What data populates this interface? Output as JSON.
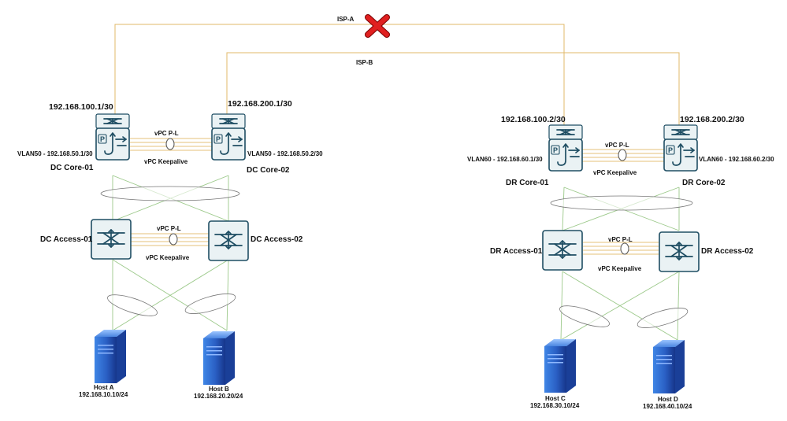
{
  "links": {
    "isp_a": "ISP-A",
    "isp_b": "ISP-B",
    "vpc_pl": "vPC P-L",
    "vpc_keepalive": "vPC Keepalive"
  },
  "dc": {
    "core01": {
      "name": "DC Core-01",
      "wan_ip": "192.168.100.1/30",
      "vlan": "VLAN50 - 192.168.50.1/30"
    },
    "core02": {
      "name": "DC Core-02",
      "wan_ip": "192.168.200.1/30",
      "vlan": "VLAN50 - 192.168.50.2/30"
    },
    "access01": {
      "name": "DC Access-01"
    },
    "access02": {
      "name": "DC Access-02"
    },
    "host_a": {
      "name": "Host A",
      "ip": "192.168.10.10/24"
    },
    "host_b": {
      "name": "Host B",
      "ip": "192.168.20.20/24"
    }
  },
  "dr": {
    "core01": {
      "name": "DR Core-01",
      "wan_ip": "192.168.100.2/30",
      "vlan": "VLAN60 - 192.168.60.1/30"
    },
    "core02": {
      "name": "DR Core-02",
      "wan_ip": "192.168.200.2/30",
      "vlan": "VLAN60 - 192.168.60.2/30"
    },
    "access01": {
      "name": "DR Access-01"
    },
    "access02": {
      "name": "DR Access-02"
    },
    "host_c": {
      "name": "Host C",
      "ip": "192.168.30.10/24"
    },
    "host_d": {
      "name": "Host D",
      "ip": "192.168.40.10/24"
    }
  },
  "icons": {
    "core_switch": "layer3-switch-icon",
    "access_switch": "multilayer-switch-icon",
    "host": "server-icon",
    "failure": "red-x-icon"
  },
  "colors": {
    "wan_link": "#e0b86a",
    "peer_link": "#e6c27a",
    "downlink": "#9cc98a",
    "device_stroke": "#1f4e63",
    "failure": "#e02020",
    "server": "#2f6fd0"
  }
}
